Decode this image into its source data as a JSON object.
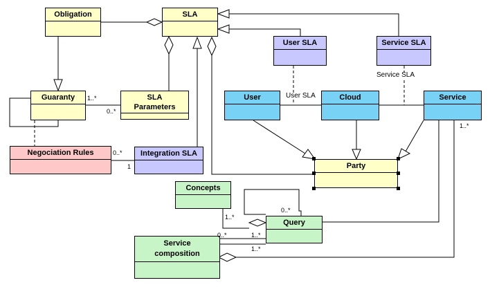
{
  "classes": {
    "obligation": "Obligation",
    "sla": "SLA",
    "user_sla": "User SLA",
    "service_sla": "Service SLA",
    "guaranty": "Guaranty",
    "sla_parameters": "SLA\nParameters",
    "user": "User",
    "cloud": "Cloud",
    "service": "Service",
    "negociation_rules": "Negociation Rules",
    "integration_sla": "Integration SLA",
    "party": "Party",
    "concepts": "Concepts",
    "query": "Query",
    "service_composition": "Service\ncomposition"
  },
  "labels": {
    "guaranty_params_src": "1..*",
    "guaranty_params_tgt": "0..*",
    "negociation_src": "0..*",
    "negociation_tgt": "1",
    "service_mult": "1..*",
    "query_self": "0..*",
    "concepts_query": "1..*",
    "composition_query_a": "0..*",
    "composition_query_b": "1..*",
    "composition_service": "1..*",
    "user_sla_link": "User SLA",
    "service_sla_link": "Service SLA"
  },
  "colors": {
    "yellow": "#ffffc8",
    "pink": "#ffc8c8",
    "purple": "#c8c8ff",
    "blue": "#78d2f5",
    "green": "#c8f5c8"
  }
}
